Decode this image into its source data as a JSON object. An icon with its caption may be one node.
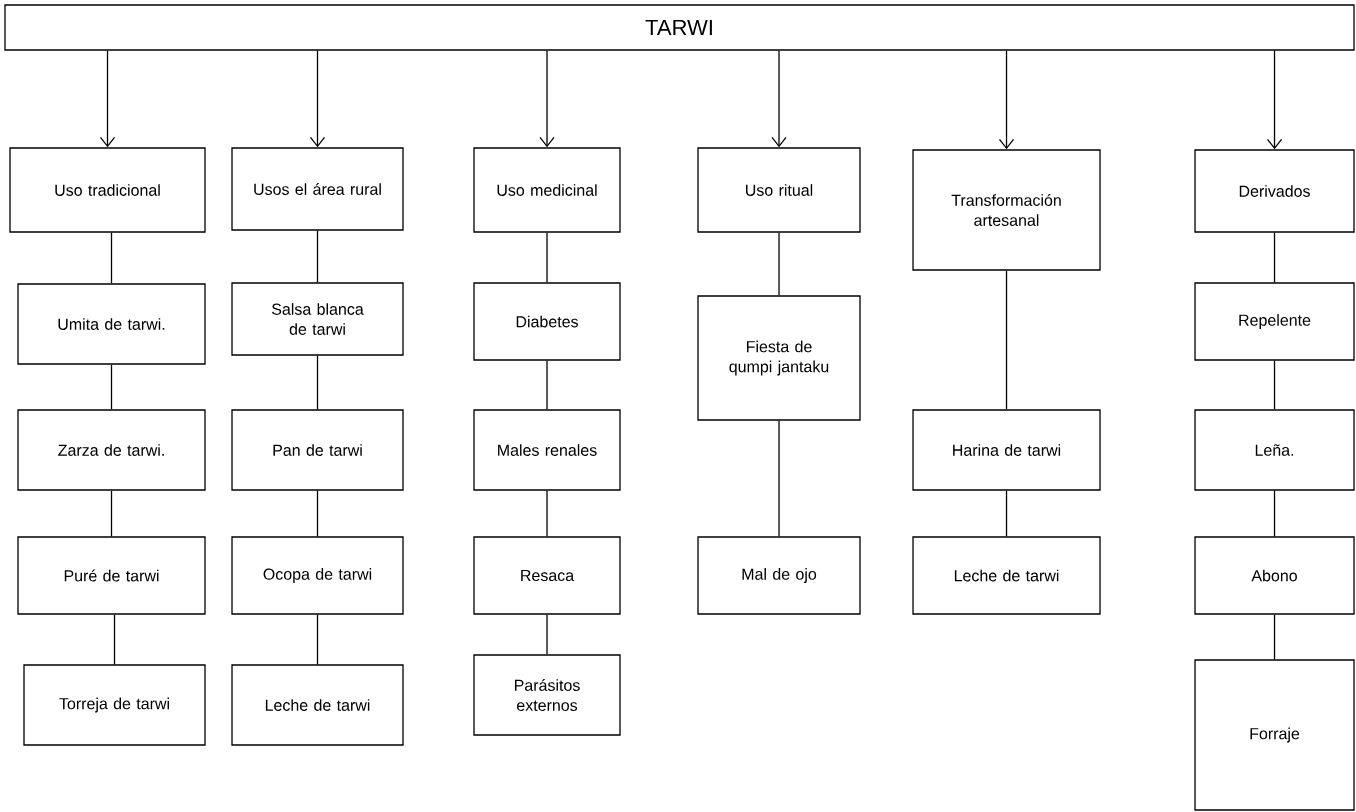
{
  "diagram": {
    "nodes": [
      {
        "text": [
          "TARWI"
        ]
      },
      {
        "text": [
          "Uso tradicional"
        ]
      },
      {
        "text": [
          "Umita de tarwi."
        ]
      },
      {
        "text": [
          "Zarza de tarwi."
        ]
      },
      {
        "text": [
          "Puré de tarwi"
        ]
      },
      {
        "text": [
          "Torreja de tarwi"
        ]
      },
      {
        "text": [
          "Usos el área rural"
        ]
      },
      {
        "text": [
          "Salsa blanca de tarwi"
        ]
      },
      {
        "text": [
          "Pan de tarwi"
        ]
      },
      {
        "text": [
          "Ocopa de tarwi"
        ]
      },
      {
        "text": [
          "Leche de tarwi"
        ]
      },
      {
        "text": [
          "Uso medicinal"
        ]
      },
      {
        "text": [
          "Diabetes"
        ]
      },
      {
        "text": [
          "Males renales"
        ]
      },
      {
        "text": [
          "Resaca"
        ]
      },
      {
        "text": [
          "Parásitos externos"
        ]
      },
      {
        "text": [
          "Uso ritual"
        ]
      },
      {
        "text": [
          "Fiesta de qumpi jantaku"
        ]
      },
      {
        "text": [
          "Mal de ojo"
        ]
      },
      {
        "text": [
          "Transformación artesanal"
        ]
      },
      {
        "text": [
          "Harina de tarwi"
        ]
      },
      {
        "text": [
          "Leche de tarwi"
        ]
      },
      {
        "text": [
          "Derivados"
        ]
      },
      {
        "text": [
          "Repelente"
        ]
      },
      {
        "text": [
          "Leña."
        ]
      },
      {
        "text": [
          "Abono"
        ]
      },
      {
        "text": [
          "Forraje"
        ]
      }
    ],
    "edges": [
      {
        "from": 0,
        "to": 1,
        "arrow": "to"
      },
      {
        "from": 0,
        "to": 6,
        "arrow": "to"
      },
      {
        "from": 0,
        "to": 11,
        "arrow": "to"
      },
      {
        "from": 0,
        "to": 16,
        "arrow": "to"
      },
      {
        "from": 0,
        "to": 19,
        "arrow": "to"
      },
      {
        "from": 0,
        "to": 22,
        "arrow": "to"
      },
      {
        "from": 1,
        "to": 2,
        "arrow": "none"
      },
      {
        "from": 2,
        "to": 3,
        "arrow": "none"
      },
      {
        "from": 3,
        "to": 4,
        "arrow": "none"
      },
      {
        "from": 4,
        "to": 5,
        "arrow": "none"
      },
      {
        "from": 6,
        "to": 7,
        "arrow": "none"
      },
      {
        "from": 7,
        "to": 8,
        "arrow": "none"
      },
      {
        "from": 8,
        "to": 9,
        "arrow": "none"
      },
      {
        "from": 9,
        "to": 10,
        "arrow": "none"
      },
      {
        "from": 11,
        "to": 12,
        "arrow": "none"
      },
      {
        "from": 12,
        "to": 13,
        "arrow": "none"
      },
      {
        "from": 13,
        "to": 14,
        "arrow": "none"
      },
      {
        "from": 14,
        "to": 15,
        "arrow": "none"
      },
      {
        "from": 16,
        "to": 17,
        "arrow": "none"
      },
      {
        "from": 17,
        "to": 18,
        "arrow": "none"
      },
      {
        "from": 19,
        "to": 20,
        "arrow": "none"
      },
      {
        "from": 20,
        "to": 21,
        "arrow": "none"
      },
      {
        "from": 22,
        "to": 23,
        "arrow": "none"
      },
      {
        "from": 23,
        "to": 24,
        "arrow": "none"
      },
      {
        "from": 24,
        "to": 25,
        "arrow": "none"
      },
      {
        "from": 25,
        "to": 26,
        "arrow": "none"
      }
    ]
  }
}
